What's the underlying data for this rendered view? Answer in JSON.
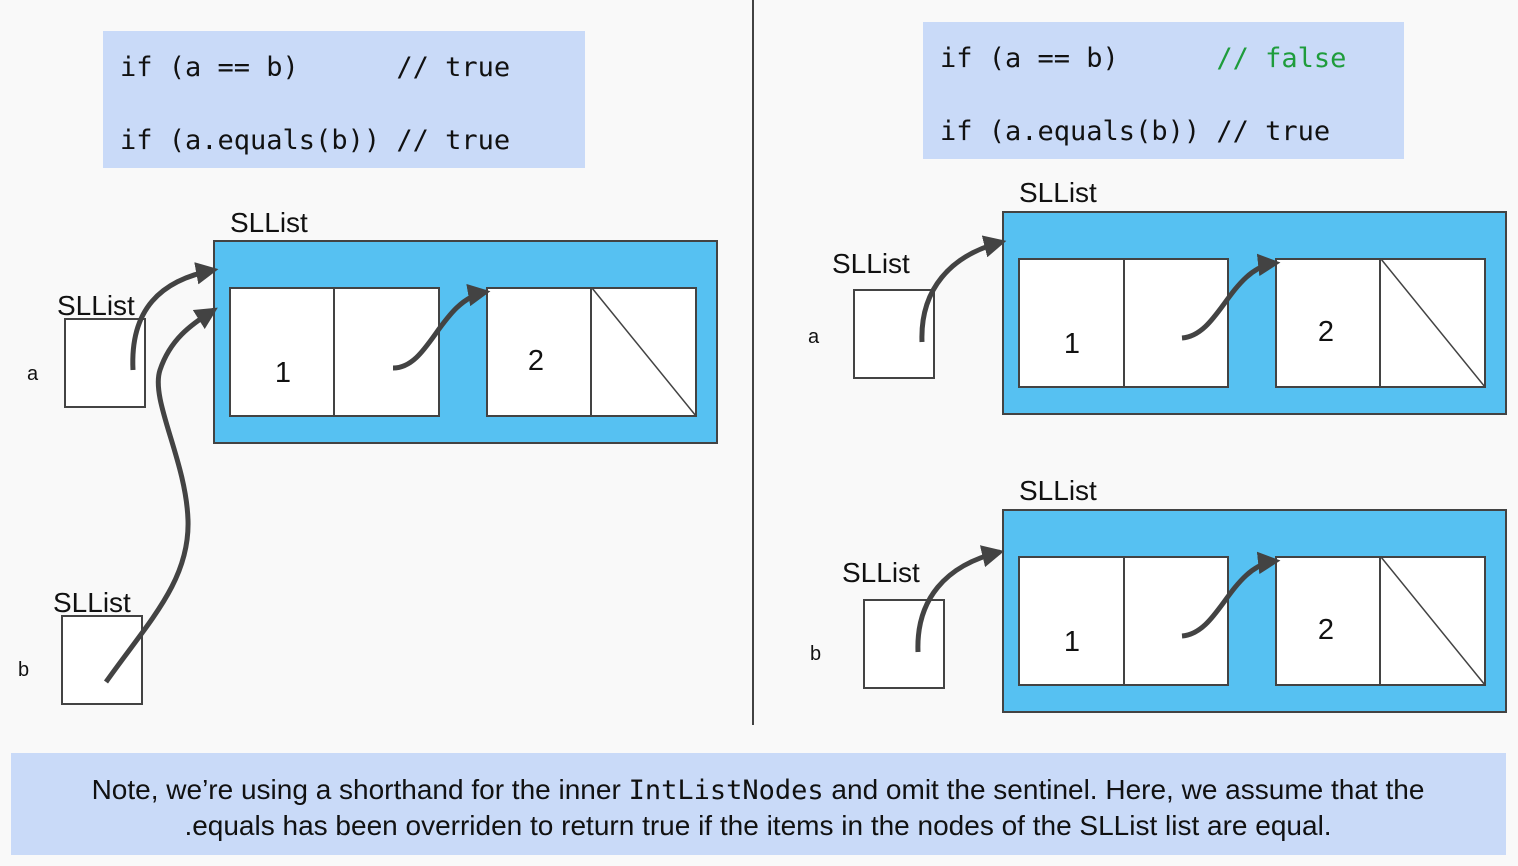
{
  "colors": {
    "background": "#f9f9f9",
    "code_box": "#c9daf8",
    "list_fill": "#56c1f2",
    "false_comment": "#1e9c3c",
    "arrow": "#434343"
  },
  "left": {
    "code": {
      "line1": "if (a == b)      ",
      "line1_comment": "// true",
      "line2": "if (a.equals(b)) ",
      "line2_comment": "// true"
    },
    "list_title": "SLList",
    "nodes": [
      "1",
      "2"
    ],
    "var_a": {
      "type": "SLList",
      "name": "a"
    },
    "var_b": {
      "type": "SLList",
      "name": "b"
    }
  },
  "right": {
    "code": {
      "line1": "if (a == b)      ",
      "line1_comment": "// false",
      "line2": "if (a.equals(b)) ",
      "line2_comment": "// true"
    },
    "list_a": {
      "title": "SLList",
      "nodes": [
        "1",
        "2"
      ]
    },
    "list_b": {
      "title": "SLList",
      "nodes": [
        "1",
        "2"
      ]
    },
    "var_a": {
      "type": "SLList",
      "name": "a"
    },
    "var_b": {
      "type": "SLList",
      "name": "b"
    }
  },
  "note": {
    "line1_pre": "Note, we’re using a shorthand for the inner ",
    "line1_code": "IntListNodes",
    "line1_post": " and omit the sentinel. Here, we assume that the",
    "line2": ".equals has been overriden to return true if the items in the nodes of the SLList list are equal."
  }
}
